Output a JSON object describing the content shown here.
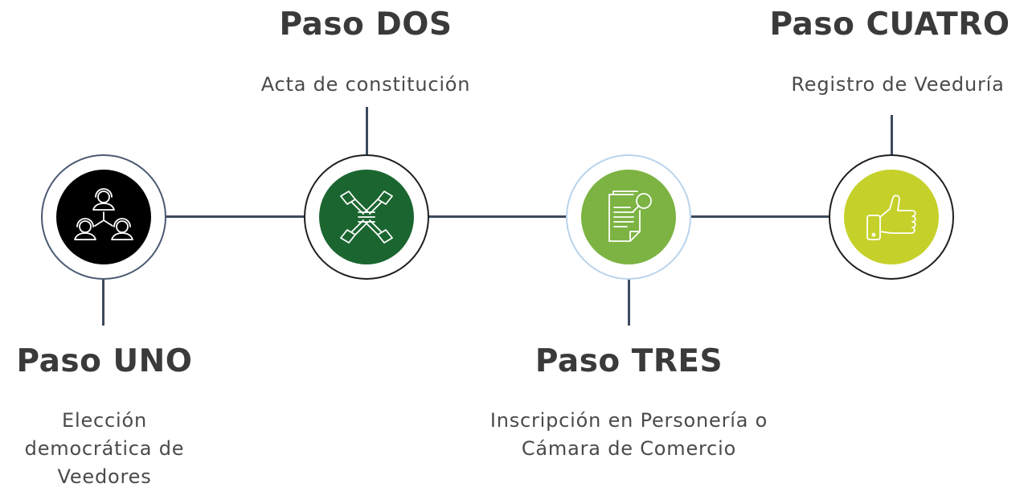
{
  "steps": [
    {
      "title": "Paso UNO",
      "description_lines": [
        "Elección",
        "democrática de",
        "Veedores"
      ],
      "icon": "people-network-icon",
      "color": "#000000"
    },
    {
      "title": "Paso DOS",
      "description_lines": [
        "Acta de constitución"
      ],
      "icon": "hands-together-icon",
      "color": "#1b6630"
    },
    {
      "title": "Paso TRES",
      "description_lines": [
        "Inscripción en Personería o",
        "Cámara de Comercio"
      ],
      "icon": "document-search-icon",
      "color": "#7cb342"
    },
    {
      "title": "Paso CUATRO",
      "description_lines": [
        "Registro de Veeduría"
      ],
      "icon": "thumbs-up-phone-icon",
      "color": "#c5d12a"
    }
  ]
}
